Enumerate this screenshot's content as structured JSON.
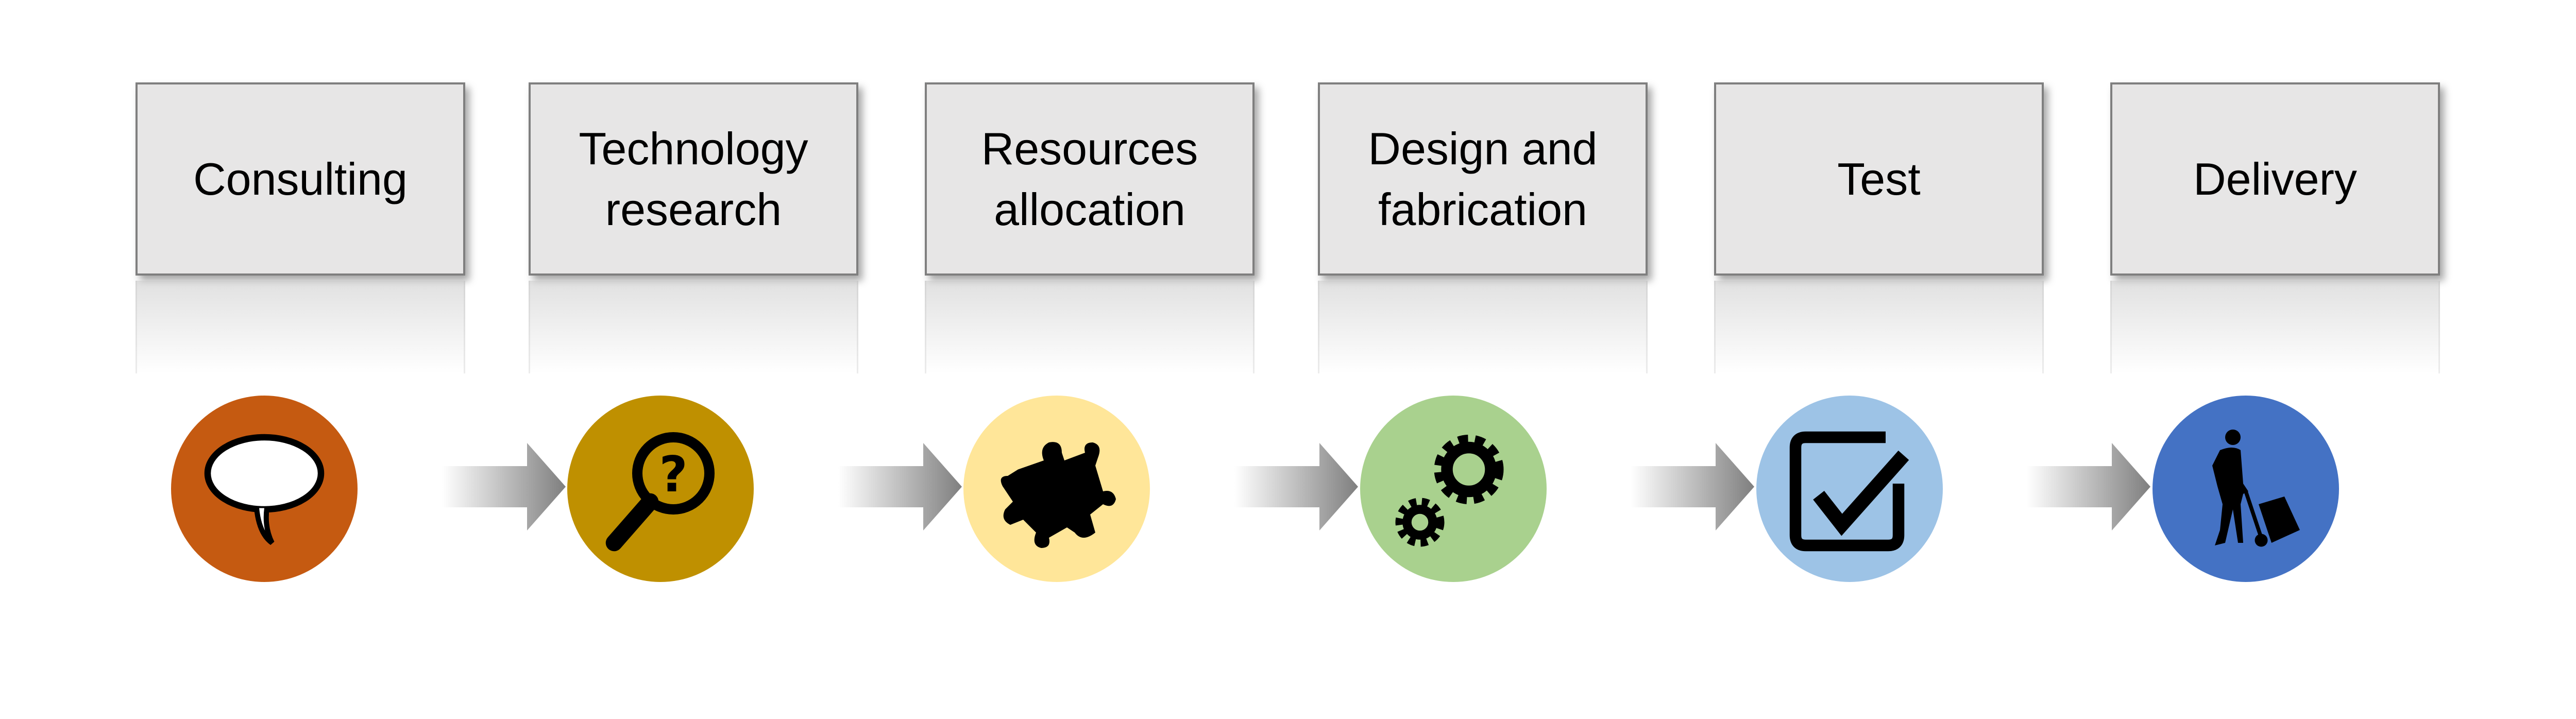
{
  "steps": [
    {
      "label": "Consulting",
      "icon": "speech-bubble-icon",
      "color": "#C55A11"
    },
    {
      "label": "Technology\nresearch",
      "icon": "magnifier-question-icon",
      "color": "#BF9000"
    },
    {
      "label": "Resources\nallocation",
      "icon": "puzzle-piece-icon",
      "color": "#FFE699"
    },
    {
      "label": "Design and\nfabrication",
      "icon": "gears-icon",
      "color": "#A9D18E"
    },
    {
      "label": "Test",
      "icon": "checkbox-icon",
      "color": "#9DC3E6"
    },
    {
      "label": "Delivery",
      "icon": "delivery-man-icon",
      "color": "#4472C4"
    }
  ]
}
